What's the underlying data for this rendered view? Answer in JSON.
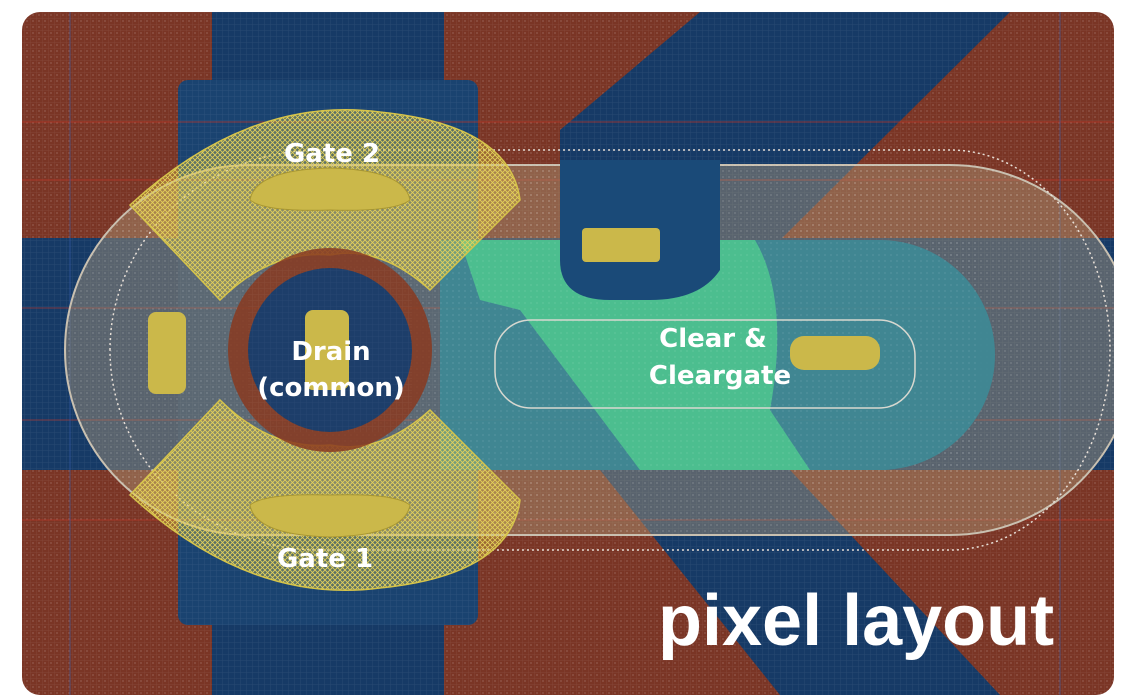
{
  "labels": {
    "gate2": "Gate 2",
    "gate1": "Gate 1",
    "drain_line1": "Drain",
    "drain_line2": "(common)",
    "clear_line1": "Clear &",
    "clear_line2": "Cleargate",
    "caption": "pixel layout"
  },
  "colors": {
    "substrate": "#7a3525",
    "blue_layer": "#163a66",
    "yellow_mesh": "#d6c44a",
    "contact": "#cbb84a",
    "teal": "#3d8a96",
    "green": "#4fc88e",
    "ring_grey": "#9a8b72"
  }
}
